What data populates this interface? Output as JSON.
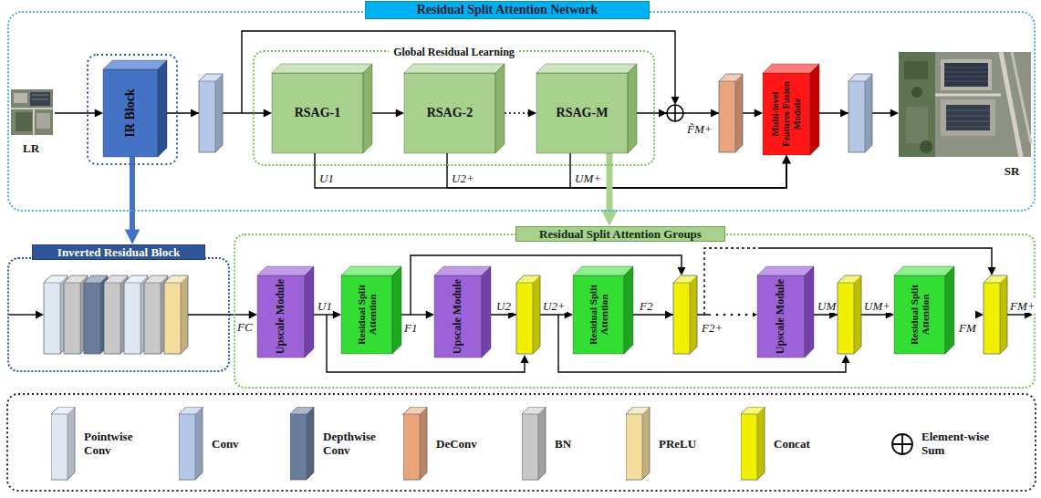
{
  "diagram": {
    "nodes": [
      {
        "text": [
          "Residual Split Attention Network"
        ]
      },
      {
        "text": [
          "LR"
        ],
        "in": 0
      },
      {
        "text": [
          "IR Block"
        ],
        "in": 0
      },
      {
        "text": [
          "Global Residual Learning"
        ],
        "in": 0
      },
      {
        "text": [
          "RSAG-1"
        ],
        "in": 3
      },
      {
        "text": [
          "RSAG-2"
        ],
        "in": 3
      },
      {
        "text": [
          "RSAG-M"
        ],
        "in": 3
      },
      {
        "text": [
          "Multi-level Features Fusion Module"
        ],
        "in": 0
      },
      {
        "text": [
          "SR"
        ],
        "in": 0
      },
      {
        "text": [
          "Inverted Residual Block"
        ]
      },
      {
        "text": [
          "Residual Split Attention Groups"
        ]
      },
      {
        "text": [
          "Upscale Module"
        ],
        "in": 10
      },
      {
        "text": [
          "Residual Split Attention"
        ],
        "in": 10
      },
      {
        "text": [
          "Upscale Module"
        ],
        "in": 10
      },
      {
        "text": [
          "Residual Split Attention"
        ],
        "in": 10
      },
      {
        "text": [
          "Upscale Module"
        ],
        "in": 10
      },
      {
        "text": [
          "Residual Split Attention"
        ],
        "in": 10
      }
    ],
    "edges": [
      {
        "from": 1,
        "to": 2,
        "arrow": "to"
      },
      {
        "from": 2,
        "to": 4,
        "arrow": "to"
      },
      {
        "from": 4,
        "to": 5,
        "arrow": "to"
      },
      {
        "from": 5,
        "to": 6,
        "arrow": "to"
      },
      {
        "from": 6,
        "to": 7,
        "arrow": "to"
      },
      {
        "from": 4,
        "to": 7,
        "arrow": "to"
      },
      {
        "from": 5,
        "to": 7,
        "arrow": "to"
      },
      {
        "from": 6,
        "to": 7,
        "arrow": "to"
      },
      {
        "from": 7,
        "to": 8,
        "arrow": "to"
      },
      {
        "from": 2,
        "to": 9,
        "arrow": "to"
      },
      {
        "from": 6,
        "to": 10,
        "arrow": "to"
      },
      {
        "from": 9,
        "to": 11,
        "arrow": "to"
      },
      {
        "from": 11,
        "to": 12,
        "arrow": "to"
      },
      {
        "from": 12,
        "to": 13,
        "arrow": "to"
      },
      {
        "from": 13,
        "to": 14,
        "arrow": "to"
      },
      {
        "from": 14,
        "to": 15,
        "arrow": "to"
      },
      {
        "from": 15,
        "to": 16,
        "arrow": "to"
      }
    ],
    "labels": [
      "U1",
      "U2+",
      "UM+",
      "F̃M+",
      "FC",
      "U1",
      "F1",
      "U2",
      "U2+",
      "F2",
      "F2+",
      "UM",
      "UM+",
      "FM",
      "FM+"
    ],
    "legend": [
      {
        "text": "Pointwise Conv",
        "color": "#dfe7f1"
      },
      {
        "text": "Conv",
        "color": "#b4c7e7"
      },
      {
        "text": "Depthwise Conv",
        "color": "#6b7d9c"
      },
      {
        "text": "DeConv",
        "color": "#e9a47c"
      },
      {
        "text": "BN",
        "color": "#c8c8c8"
      },
      {
        "text": "PReLU",
        "color": "#f3dc9c"
      },
      {
        "text": "Concat",
        "color": "#f0f000"
      },
      {
        "text": "Element-wise Sum"
      }
    ]
  }
}
